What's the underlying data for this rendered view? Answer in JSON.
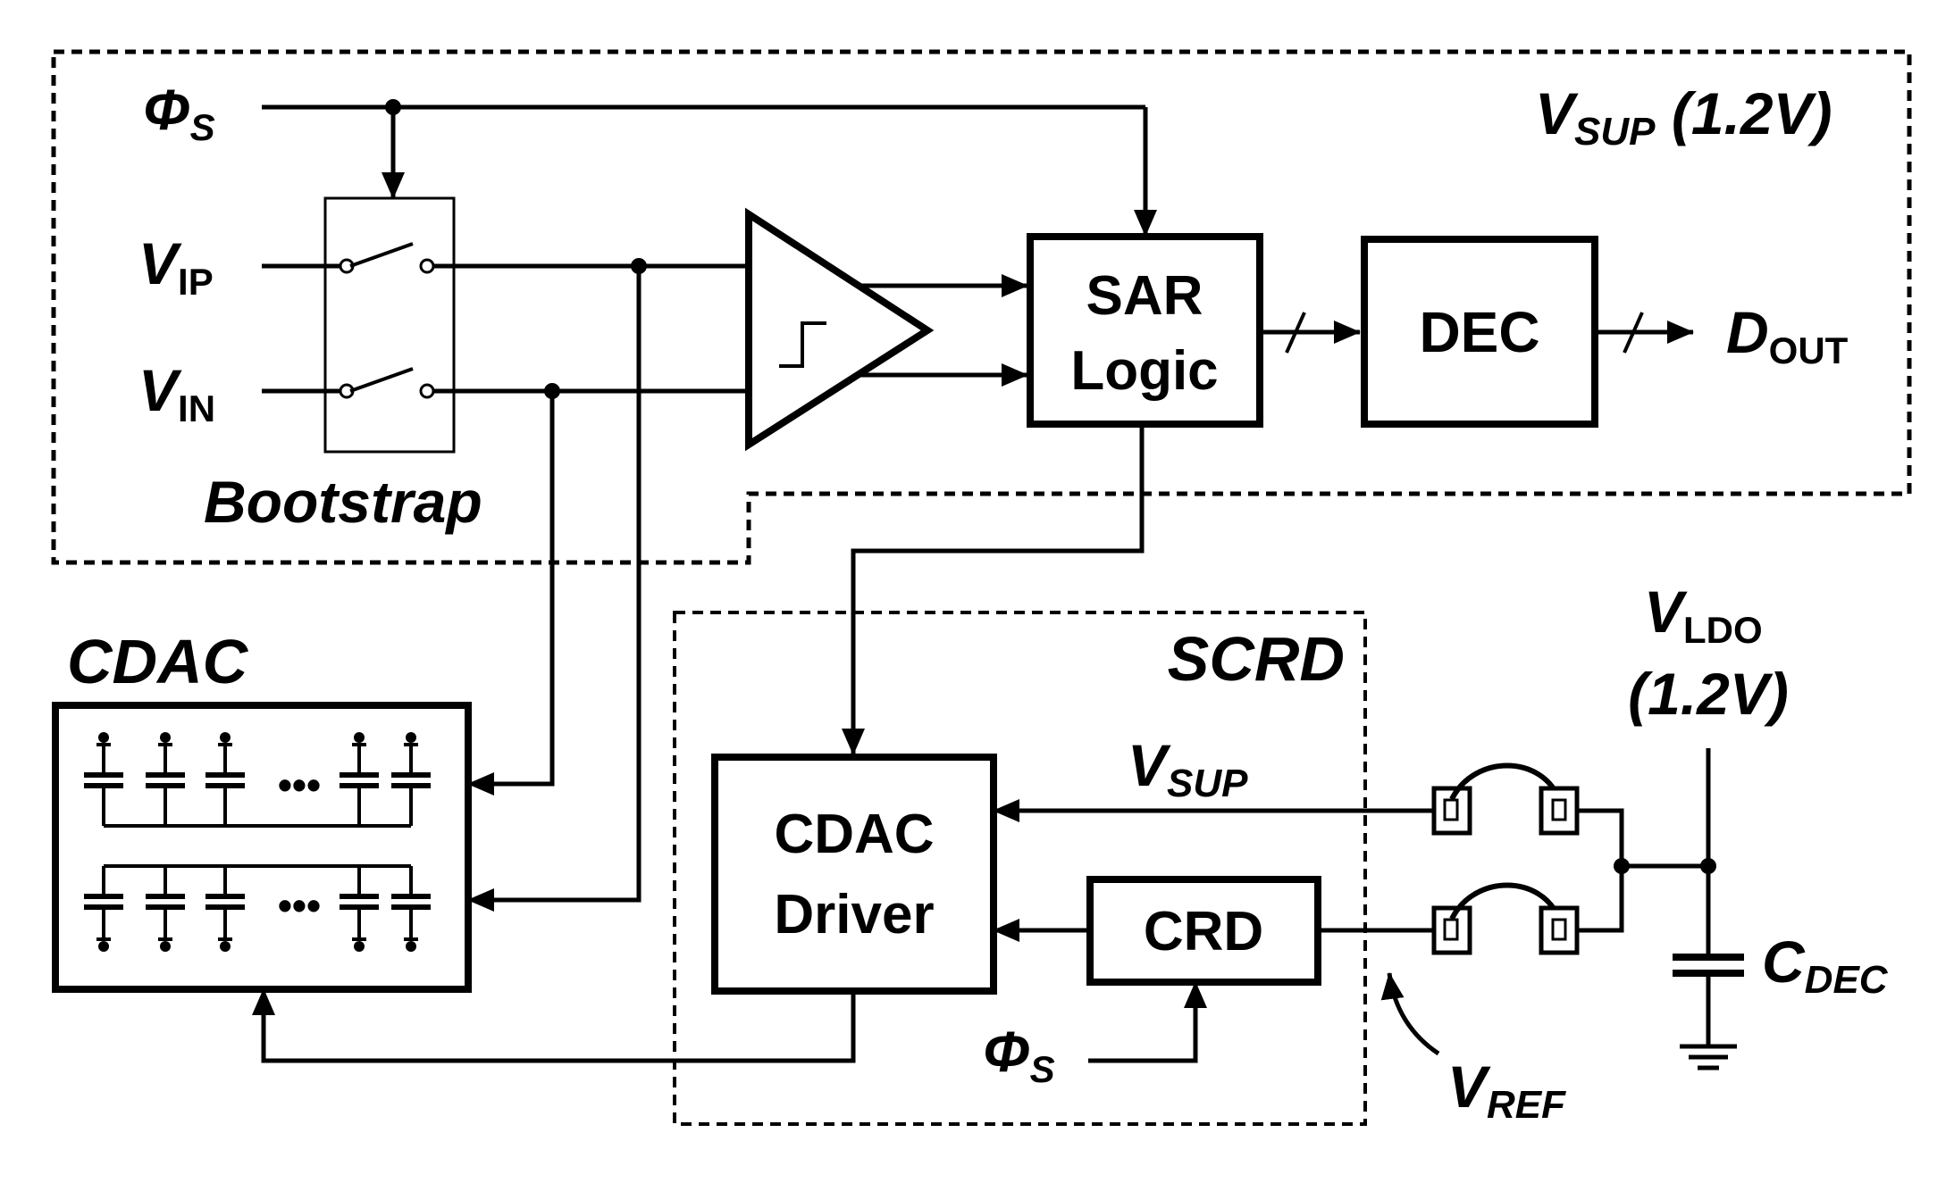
{
  "colors": {
    "ink": "#000000",
    "background": "#ffffff"
  },
  "labels": {
    "phi_top": "Φ",
    "phi_top_sub": "S",
    "vip": "V",
    "vip_sub": "IP",
    "vin": "V",
    "vin_sub": "IN",
    "bootstrap": "Bootstrap",
    "vsup_top": "V",
    "vsup_top_sub": "SUP",
    "vsup_top_val": " (1.2V)",
    "sar_1": "SAR",
    "sar_2": "Logic",
    "dec": "DEC",
    "dout": "D",
    "dout_sub": "OUT",
    "cdac": "CDAC",
    "scrd": "SCRD",
    "driver_1": "CDAC",
    "driver_2": "Driver",
    "vsup_mid": "V",
    "vsup_mid_sub": "SUP",
    "crd": "CRD",
    "phi_bot": "Φ",
    "phi_bot_sub": "S",
    "vldo": "V",
    "vldo_sub": "LDO",
    "vldo_val": "(1.2V)",
    "cdec": "C",
    "cdec_sub": "DEC",
    "vref": "V",
    "vref_sub": "REF",
    "ellipsis_top": "•••",
    "ellipsis_bot": "•••"
  }
}
